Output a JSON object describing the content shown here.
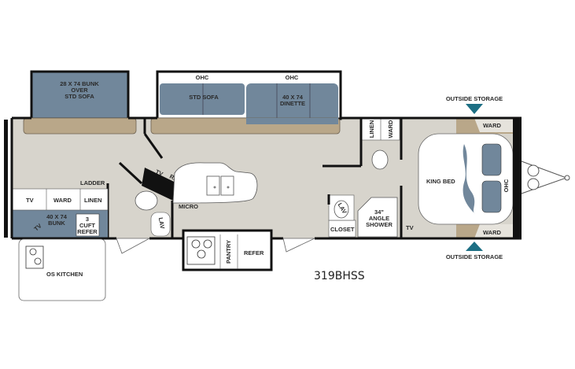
{
  "model": "319BHSS",
  "colors": {
    "floor": "#d7d4cc",
    "slide_floor": "#b9a789",
    "furniture_blue": "#71879b",
    "wall": "#111111",
    "storage_arrow": "#1d6f84"
  },
  "labels": {
    "bunk_slide": [
      "28 X 74 BUNK",
      "OVER",
      "STD SOFA"
    ],
    "ohc_1": "OHC",
    "ohc_2": "OHC",
    "std_sofa": "STD SOFA",
    "dinette": [
      "40 X 74",
      "DINETTE"
    ],
    "ladder": "LADDER",
    "tv_bunk": "TV",
    "ward_bunk": "WARD",
    "linen_bunk": "LINEN",
    "bunk": [
      "40 X 74",
      "BUNK"
    ],
    "tv_bunk_corner": "TV",
    "cuft_refer": [
      "3",
      "CUFT",
      "REFER"
    ],
    "tv_rad": "TV",
    "rad": "RAD",
    "micro": "MICRO",
    "lav_1": "LAV",
    "pantry": "PANTRY",
    "refer": "REFER",
    "os_kitchen": "OS KITCHEN",
    "linen_bath": "LINEN",
    "ward_bath": "WARD",
    "lav_2": "LAV",
    "closet": "CLOSET",
    "shower": [
      "34\"",
      "ANGLE",
      "SHOWER"
    ],
    "tv_bed": "TV",
    "king_bed": "KING BED",
    "ward_top": "WARD",
    "ward_bottom": "WARD",
    "ohc_bed": "OHC",
    "outside_storage_top": "OUTSIDE STORAGE",
    "outside_storage_bottom": "OUTSIDE STORAGE"
  }
}
